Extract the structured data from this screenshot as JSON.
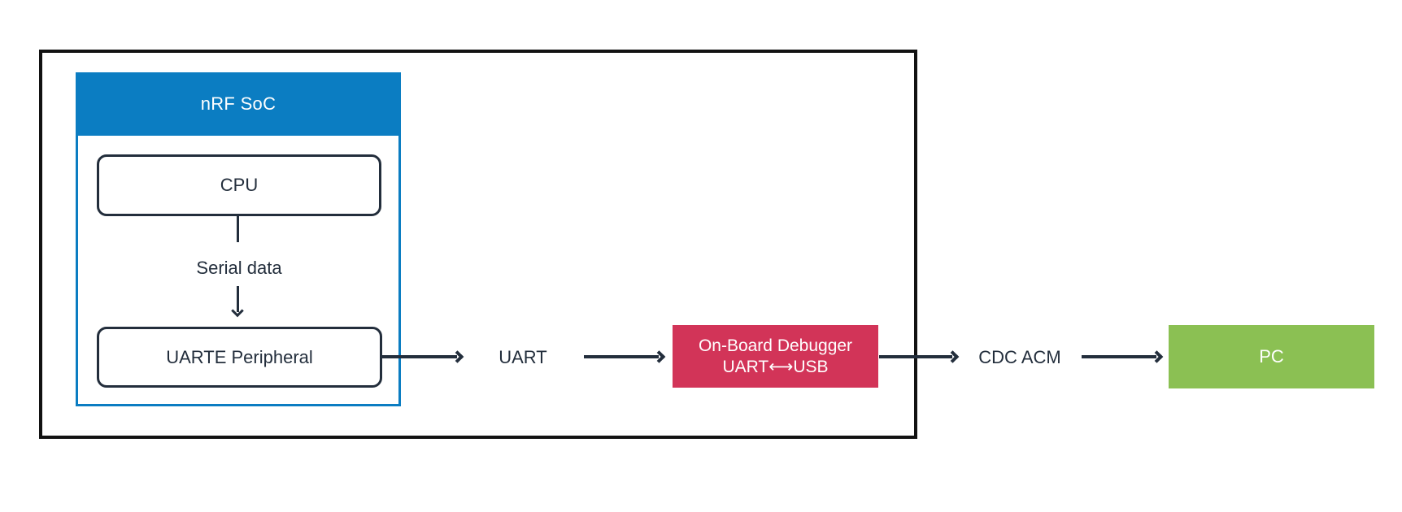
{
  "colors": {
    "accent_blue": "#0b7dc2",
    "accent_red": "#d23458",
    "accent_green": "#8bc053",
    "ink_dark": "#232e3c",
    "outline_black": "#121212",
    "box_text_white": "#ffffff"
  },
  "diagram": {
    "soc": {
      "title": "nRF SoC"
    },
    "cpu": {
      "label": "CPU"
    },
    "serial_link": {
      "label": "Serial data"
    },
    "uarte": {
      "label": "UARTE Peripheral"
    },
    "uart_link": {
      "label": "UART"
    },
    "debugger": {
      "title": "On-Board Debugger",
      "subtitle": "UART⟷USB"
    },
    "cdc_link": {
      "label": "CDC ACM"
    },
    "pc": {
      "label": "PC"
    }
  }
}
